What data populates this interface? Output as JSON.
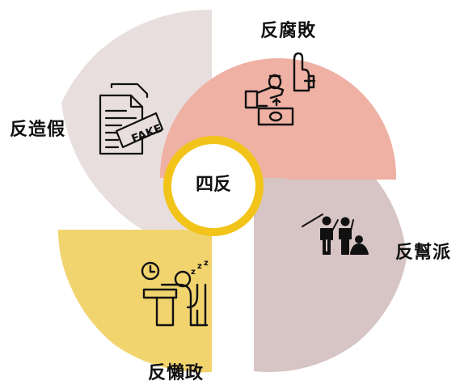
{
  "center": {
    "label": "四反"
  },
  "sections": [
    {
      "id": "top",
      "label": "反腐敗",
      "icon": "bribery-icon"
    },
    {
      "id": "left",
      "label": "反造假",
      "icon": "fake-document-icon"
    },
    {
      "id": "right",
      "label": "反幫派",
      "icon": "gang-protest-icon"
    },
    {
      "id": "bottom",
      "label": "反懶政",
      "icon": "sleeping-worker-icon"
    }
  ],
  "colors": {
    "top_petal": "#EFB1A3",
    "left_petal": "#E8DEDE",
    "right_petal": "#D7C4C4",
    "bottom_petal": "#F2D46F",
    "center_ring": "#F2C41A",
    "center_fill": "#FFFFFF",
    "text": "#111111"
  }
}
